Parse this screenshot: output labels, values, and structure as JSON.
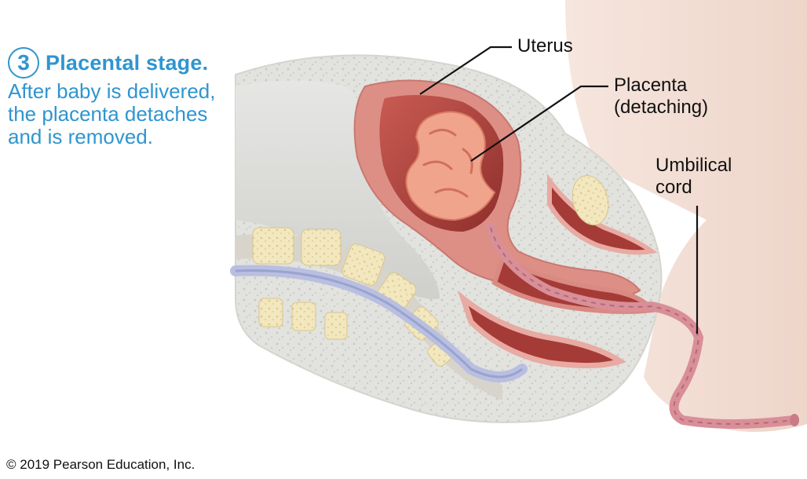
{
  "stage": {
    "number": "3",
    "title": "Placental stage.",
    "description": "After baby is delivered, the placenta detaches and is removed."
  },
  "labels": {
    "uterus": "Uterus",
    "placenta_line1": "Placenta",
    "placenta_line2": "(detaching)",
    "cord_line1": "Umbilical",
    "cord_line2": "cord"
  },
  "copyright": "© 2019 Pearson Education, Inc.",
  "colors": {
    "accent_blue": "#2f95cf",
    "tissue_pink": "#e8aaa2",
    "uterine_wall": "#d98a82",
    "cavity_red": "#a53b36",
    "placenta_orange": "#ef9f86",
    "bone": "#f0e6c0",
    "skin": "#f1dcd2",
    "cord": "#d98f98"
  }
}
